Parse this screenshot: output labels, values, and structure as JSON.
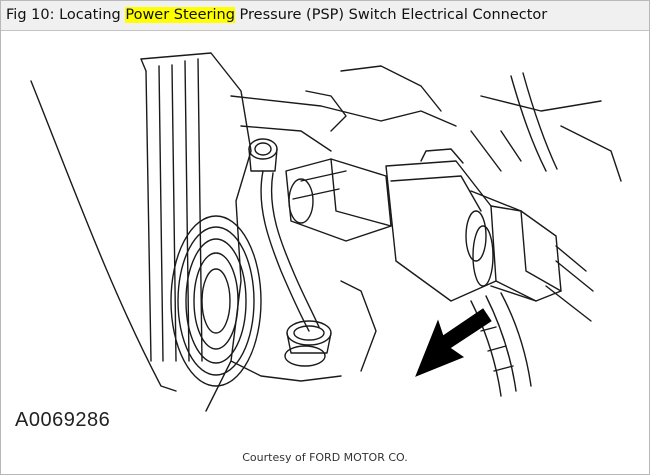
{
  "header": {
    "title_prefix": "Fig 10: Locating ",
    "title_highlight": "Power Steering",
    "title_suffix": " Pressure (PSP) Switch Electrical Connector",
    "highlight_color": "#ffff00"
  },
  "figure": {
    "id_label": "A0069286",
    "credit": "Courtesy of FORD MOTOR CO.",
    "arrow_icon": "pointer-arrow-icon"
  }
}
